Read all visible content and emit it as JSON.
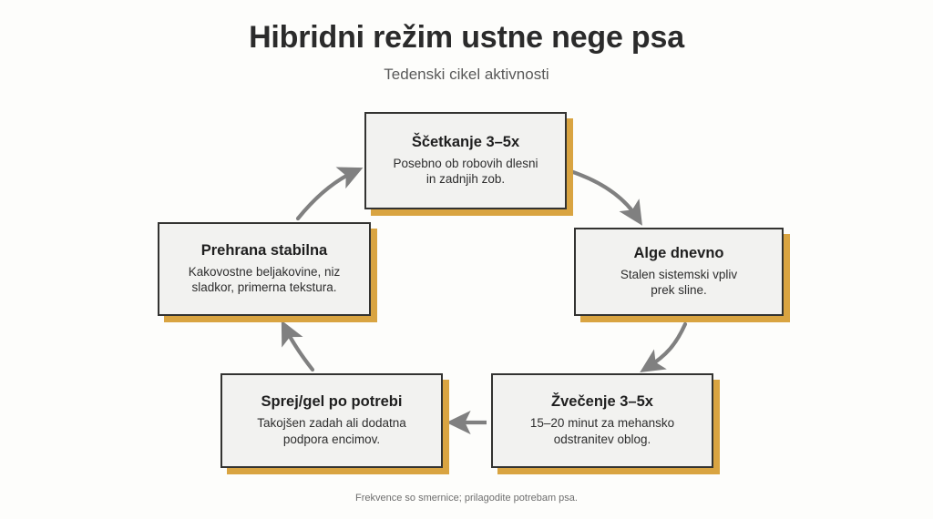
{
  "header": {
    "title": "Hibridni režim ustne nege psa",
    "subtitle": "Tedenski cikel aktivnosti"
  },
  "footer": {
    "note": "Frekvence so smernice; prilagodite potrebam psa."
  },
  "colors": {
    "background": "#FDFDFB",
    "node_fill": "#F2F2F0",
    "node_border": "#333331",
    "node_shadow": "#D9A441",
    "arrow": "#808080",
    "title_text": "#2B2B2B",
    "subtitle_text": "#595959",
    "footer_text": "#6E6E6E"
  },
  "diagram": {
    "type": "cycle",
    "direction": "clockwise",
    "nodes": [
      {
        "id": "brushing",
        "title": "Ščetkanje 3–5x",
        "desc": "Posebno ob robovih dlesni in zadnjih zob.",
        "desc_line1": "Posebno ob robovih dlesni",
        "desc_line2": "in zadnjih zob."
      },
      {
        "id": "algae",
        "title": "Alge dnevno",
        "desc": "Stalen sistemski vpliv prek sline.",
        "desc_line1": "Stalen sistemski vpliv",
        "desc_line2": "prek sline."
      },
      {
        "id": "chewing",
        "title": "Žvečenje 3–5x",
        "desc": "15–20 minut za mehansko odstranitev oblog.",
        "desc_line1": "15–20 minut za mehansko",
        "desc_line2": "odstranitev oblog."
      },
      {
        "id": "spray",
        "title": "Sprej/gel po potrebi",
        "desc": "Takojšen zadah ali dodatna podpora encimov.",
        "desc_line1": "Takojšen zadah ali dodatna",
        "desc_line2": "podpora encimov."
      },
      {
        "id": "diet",
        "title": "Prehrana stabilna",
        "desc": "Kakovostne beljakovine, niz sladkor, primerna tekstura.",
        "desc_line1": "Kakovostne beljakovine, niz",
        "desc_line2": "sladkor, primerna tekstura."
      }
    ],
    "edges": [
      {
        "from": "brushing",
        "to": "algae",
        "style": "curved"
      },
      {
        "from": "algae",
        "to": "chewing",
        "style": "curved"
      },
      {
        "from": "chewing",
        "to": "spray",
        "style": "straight"
      },
      {
        "from": "spray",
        "to": "diet",
        "style": "curved"
      },
      {
        "from": "diet",
        "to": "brushing",
        "style": "curved"
      }
    ]
  }
}
